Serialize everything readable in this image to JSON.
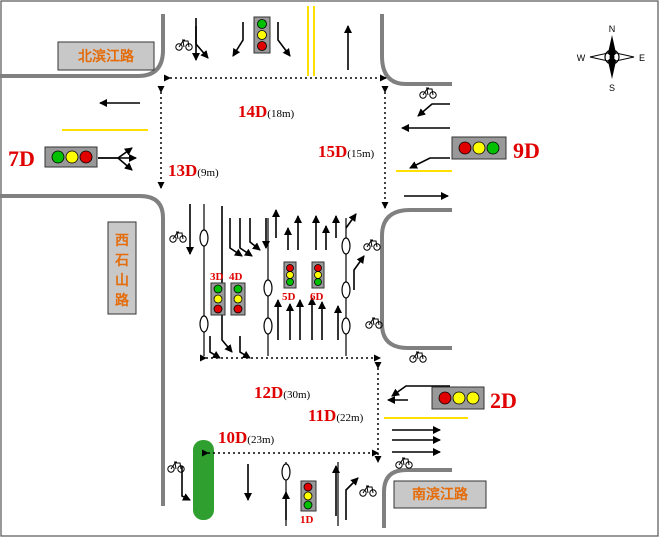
{
  "roads": {
    "north": "北滨江路",
    "south": "南滨江路",
    "west": [
      "西",
      "石",
      "山",
      "路"
    ]
  },
  "compass": {
    "n": "N",
    "s": "S",
    "e": "E",
    "w": "W"
  },
  "phases": {
    "p1": "1D",
    "p2": "2D",
    "p3": "3D",
    "p4": "4D",
    "p5": "5D",
    "p6": "6D",
    "p7": "7D",
    "p9": "9D",
    "p10": "10D",
    "p11": "11D",
    "p12": "12D",
    "p13": "13D",
    "p14": "14D",
    "p15": "15D"
  },
  "distances": {
    "p10": "(23m)",
    "p11": "(22m)",
    "p12": "(30m)",
    "p13": "(9m)",
    "p14": "(18m)",
    "p15": "(15m)"
  },
  "colors": {
    "red": "#e00000",
    "yellow": "#ffff00",
    "green": "#00c000",
    "road": "#808080",
    "road_name": "#e46c0a",
    "median": "#2fa02f"
  }
}
